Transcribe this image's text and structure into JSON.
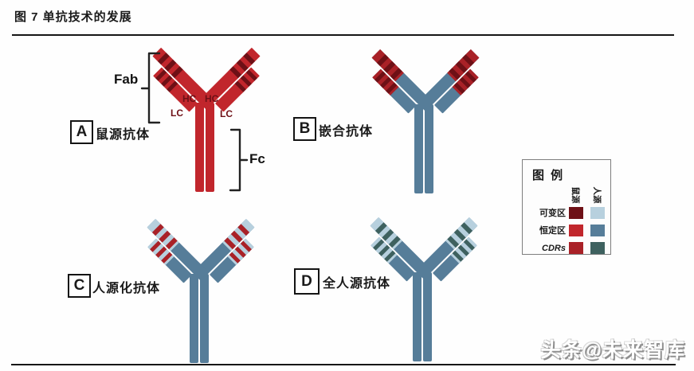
{
  "figure": {
    "title": "图 7 单抗技术的发展"
  },
  "colors": {
    "murineRed": "#c1262c",
    "murineDark": "#6e1016",
    "tipRed": "#a92127",
    "humanBlue": "#567d99",
    "humanLight": "#b7d0de",
    "humanTeal": "#3e615f"
  },
  "antibodies": [
    {
      "letter": "A",
      "label": "鼠源抗体"
    },
    {
      "letter": "B",
      "label": "嵌合抗体"
    },
    {
      "letter": "C",
      "label": "人源化抗体"
    },
    {
      "letter": "D",
      "label": "全人源抗体"
    }
  ],
  "annotations": {
    "fab": "Fab",
    "fc": "Fc",
    "hc_left": "HC",
    "hc_right": "HC",
    "lc_left": "LC",
    "lc_right": "LC"
  },
  "legend": {
    "title": "图 例",
    "columns": [
      "鼠源",
      "人源"
    ],
    "rows": [
      {
        "label": "可变区"
      },
      {
        "label": "恒定区"
      },
      {
        "label": "CDRs"
      }
    ]
  },
  "watermark": "头条@未来智库"
}
